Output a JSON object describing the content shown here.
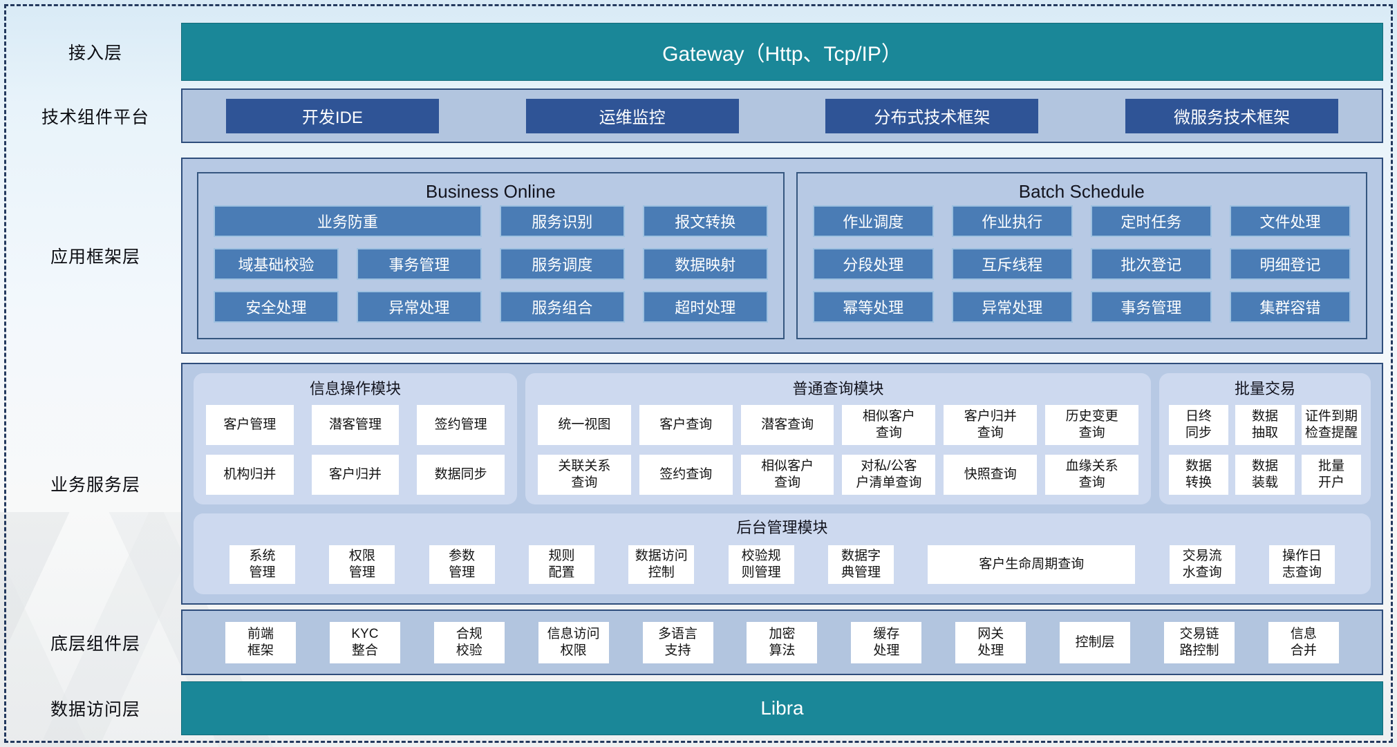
{
  "colors": {
    "teal_bar": "#1a8798",
    "dark_button": "#2f5496",
    "mid_button": "#4a7cb5",
    "panel_bg": "#b7c9e4",
    "card_bg": "#cdd9ef",
    "border_navy": "#2e4d7b"
  },
  "layers": {
    "access": {
      "label": "接入层",
      "bar": "Gateway（Http、Tcp/IP）"
    },
    "tech": {
      "label": "技术组件平台",
      "items": [
        "开发IDE",
        "运维监控",
        "分布式技术框架",
        "微服务技术框架"
      ]
    },
    "app": {
      "label": "应用框架层",
      "business_online": {
        "title": "Business Online",
        "items": [
          "业务防重",
          "服务识别",
          "报文转换",
          "域基础校验",
          "事务管理",
          "服务调度",
          "数据映射",
          "安全处理",
          "异常处理",
          "服务组合",
          "超时处理"
        ]
      },
      "batch_schedule": {
        "title": "Batch Schedule",
        "items": [
          "作业调度",
          "作业执行",
          "定时任务",
          "文件处理",
          "分段处理",
          "互斥线程",
          "批次登记",
          "明细登记",
          "幂等处理",
          "异常处理",
          "事务管理",
          "集群容错"
        ]
      }
    },
    "business": {
      "label": "业务服务层",
      "info_module": {
        "title": "信息操作模块",
        "items": [
          "客户管理",
          "潜客管理",
          "签约管理",
          "机构归并",
          "客户归并",
          "数据同步"
        ]
      },
      "query_module": {
        "title": "普通查询模块",
        "items": [
          "统一视图",
          "客户查询",
          "潜客查询",
          "相似客户\n查询",
          "客户归并\n查询",
          "历史变更\n查询",
          "关联关系\n查询",
          "签约查询",
          "相似客户\n查询",
          "对私/公客\n户清单查询",
          "快照查询",
          "血缘关系\n查询"
        ]
      },
      "batch_trade": {
        "title": "批量交易",
        "items": [
          "日终\n同步",
          "数据\n抽取",
          "证件到期\n检查提醒",
          "数据\n转换",
          "数据\n装载",
          "批量\n开户"
        ]
      },
      "admin_module": {
        "title": "后台管理模块",
        "items": [
          "系统\n管理",
          "权限\n管理",
          "参数\n管理",
          "规则\n配置",
          "数据访问\n控制",
          "校验规\n则管理",
          "数据字\n典管理",
          "客户生命周期查询",
          "交易流\n水查询",
          "操作日\n志查询"
        ]
      }
    },
    "base": {
      "label": "底层组件层",
      "items": [
        "前端\n框架",
        "KYC\n整合",
        "合规\n校验",
        "信息访问\n权限",
        "多语言\n支持",
        "加密\n算法",
        "缓存\n处理",
        "网关\n处理",
        "控制层",
        "交易链\n路控制",
        "信息\n合并"
      ]
    },
    "data_access": {
      "label": "数据访问层",
      "bar": "Libra"
    }
  }
}
